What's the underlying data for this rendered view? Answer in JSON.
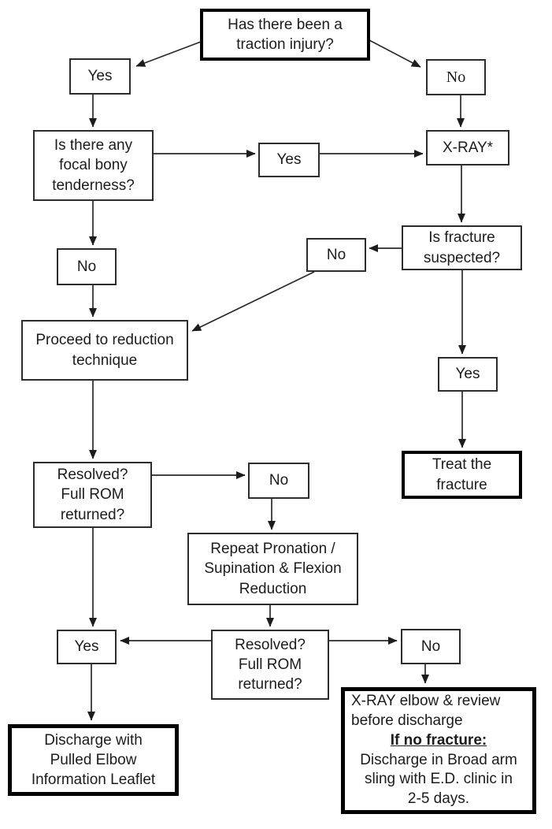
{
  "diagram": {
    "background": "#ffffff",
    "box_border_color": "#2d2d2d",
    "emphasis_border_color": "#000000",
    "text_color": "#1c1c1c"
  },
  "nodes": {
    "traction_question": {
      "label": "Has there been a\ntraction injury?"
    },
    "yes_traction": {
      "label": "Yes"
    },
    "no_traction": {
      "label": "No"
    },
    "tenderness_question": {
      "label": "Is there any\nfocal bony\ntenderness?"
    },
    "yes_tenderness": {
      "label": "Yes"
    },
    "xray": {
      "label": "X-RAY*"
    },
    "fracture_question": {
      "label": "Is fracture\nsuspected?"
    },
    "no_fracture": {
      "label": "No"
    },
    "no_tenderness": {
      "label": "No"
    },
    "proceed_reduction": {
      "label": "Proceed to reduction\ntechnique"
    },
    "yes_fracture": {
      "label": "Yes"
    },
    "treat_fracture": {
      "label": "Treat the\nfracture"
    },
    "resolved_first": {
      "label": "Resolved?\nFull ROM\nreturned?"
    },
    "no_resolved_first": {
      "label": "No"
    },
    "repeat_reduction": {
      "label": "Repeat Pronation /\nSupination & Flexion\nReduction"
    },
    "yes_resolved": {
      "label": "Yes"
    },
    "resolved_second": {
      "label": "Resolved?\nFull ROM\nreturned?"
    },
    "no_resolved_second": {
      "label": "No"
    },
    "discharge_leaflet": {
      "label": "Discharge with\nPulled Elbow\nInformation Leaflet"
    },
    "xray_review": {
      "intro": "X-RAY elbow & review\nbefore discharge",
      "condition": "If no fracture:",
      "instruction": "Discharge in Broad arm\nsling with E.D. clinic in\n2-5 days."
    }
  }
}
